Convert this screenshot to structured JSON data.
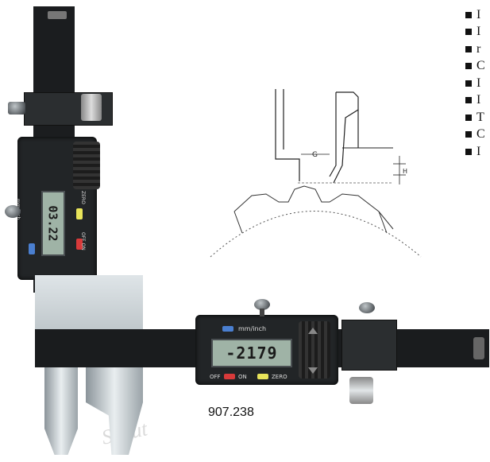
{
  "product": {
    "model_number": "907.238"
  },
  "horizontal_gauge": {
    "reading": "-2179",
    "unit_button_label": "mm/inch",
    "off_label": "OFF",
    "on_label": "ON",
    "zero_label": "ZERO"
  },
  "vertical_gauge": {
    "reading": "03.22",
    "unit_button_label": "mm/inch",
    "zero_label": "ZERO",
    "off_on_label": "OFF ON"
  },
  "diagram": {
    "width_label": "G",
    "height_label": "H"
  },
  "feature_list": {
    "items": [
      "I",
      "I",
      "r",
      "C",
      "I",
      "I",
      "T",
      "C",
      "I"
    ]
  },
  "watermark": "Schut",
  "colors": {
    "button_blue": "#4a7fd0",
    "button_red": "#d83a3a",
    "button_yellow": "#e8e45a",
    "lcd_green": "#9fb3a6"
  }
}
